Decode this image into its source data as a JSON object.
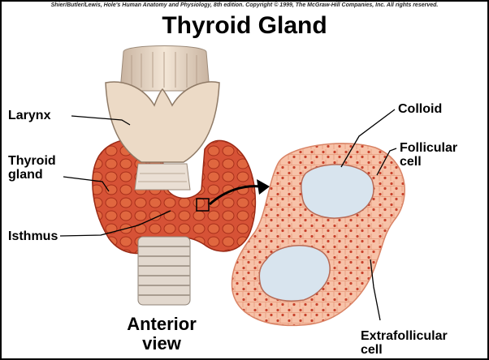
{
  "header": {
    "copyright": "Shier/Butler/Lewis, Hole's Human Anatomy and Physiology, 8th edition. Copyright © 1999, The McGraw-Hill Companies, Inc. All rights reserved.",
    "title": "Thyroid Gland"
  },
  "labels": {
    "larynx": "Larynx",
    "thyroid_gland": "Thyroid\ngland",
    "isthmus": "Isthmus",
    "anterior_view": "Anterior\nview",
    "colloid": "Colloid",
    "follicular_cell": "Follicular\ncell",
    "extrafollicular_cell": "Extrafollicular\ncell"
  },
  "colors": {
    "gland": "#d9573a",
    "gland_dark": "#b8371f",
    "cartilage": "#ead6c2",
    "trachea": "#ddd2c6",
    "follicle_tissue": "#f6b79d",
    "cell_nucleus": "#c8412b",
    "colloid": "#d8e4ee"
  }
}
